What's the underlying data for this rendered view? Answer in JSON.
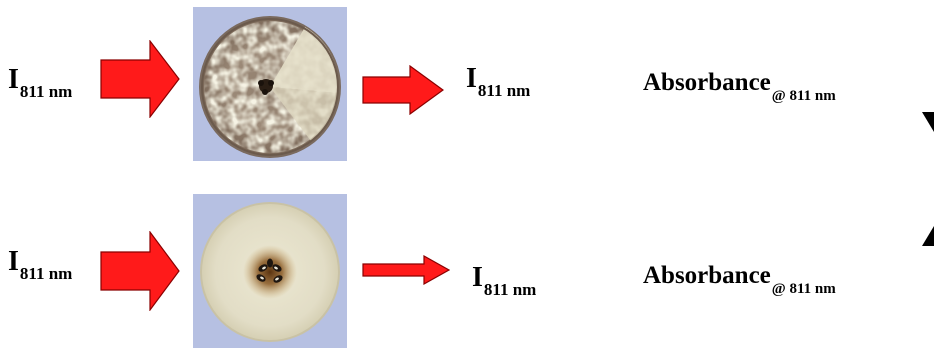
{
  "row1": {
    "input_symbol": "I",
    "input_subscript": "811 nm",
    "output_symbol": "I",
    "output_subscript": "811 nm",
    "absorbance_word": "Absorbance",
    "absorbance_subscript": "@ 811 nm",
    "sample": "browned apple slice"
  },
  "row2": {
    "input_symbol": "I",
    "input_subscript": "811 nm",
    "output_symbol": "I",
    "output_subscript": "811 nm",
    "absorbance_word": "Absorbance",
    "absorbance_subscript": "@ 811 nm",
    "sample": "healthy apple slice"
  },
  "colors": {
    "arrow_fill": "#ff1a1a",
    "arrow_stroke": "#8a0000",
    "photo_background": "#b6c0e2"
  },
  "icons": {
    "arrow": "arrow-right-icon",
    "trend_down": "arrow-down-icon",
    "trend_up": "arrow-up-icon"
  }
}
